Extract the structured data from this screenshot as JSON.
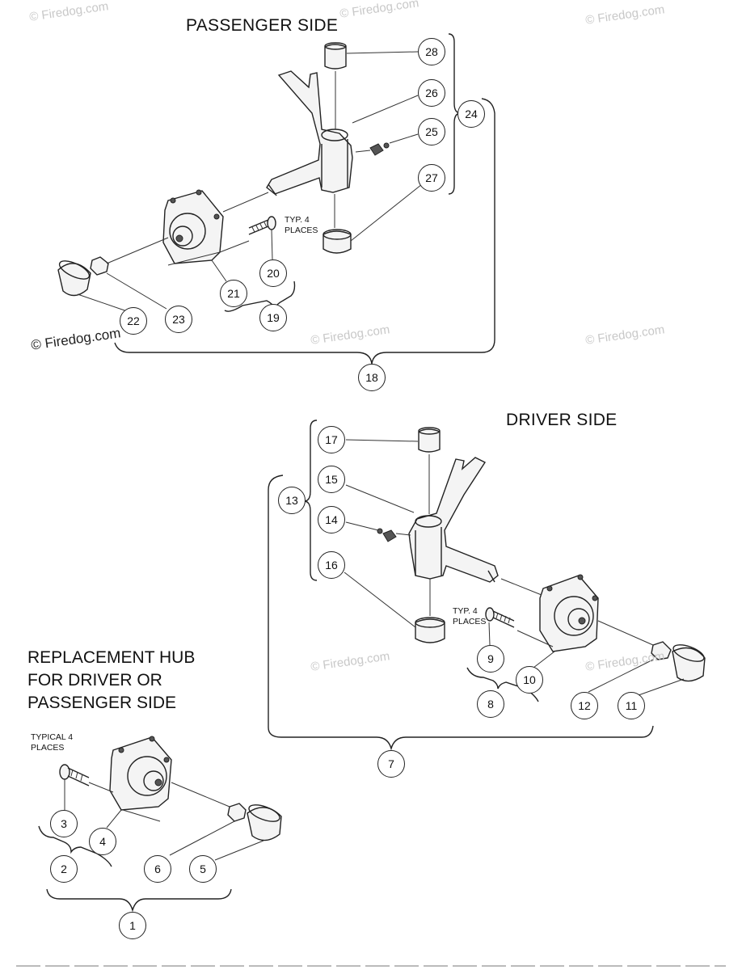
{
  "headings": {
    "passenger": "PASSENGER SIDE",
    "driver": "DRIVER SIDE",
    "hub_line1": "REPLACEMENT HUB",
    "hub_line2": "FOR DRIVER OR",
    "hub_line3": "PASSENGER SIDE"
  },
  "notes": {
    "typ4_line1": "TYP. 4",
    "typ4_line2": "PLACES",
    "typical4_line1": "TYPICAL 4",
    "typical4_line2": "PLACES"
  },
  "watermark": "© Firedog.com",
  "callouts": {
    "n1": "1",
    "n2": "2",
    "n3": "3",
    "n4": "4",
    "n5": "5",
    "n6": "6",
    "n7": "7",
    "n8": "8",
    "n9": "9",
    "n10": "10",
    "n11": "11",
    "n12": "12",
    "n13": "13",
    "n14": "14",
    "n15": "15",
    "n16": "16",
    "n17": "17",
    "n18": "18",
    "n19": "19",
    "n20": "20",
    "n21": "21",
    "n22": "22",
    "n23": "23",
    "n24": "24",
    "n25": "25",
    "n26": "26",
    "n27": "27",
    "n28": "28"
  }
}
